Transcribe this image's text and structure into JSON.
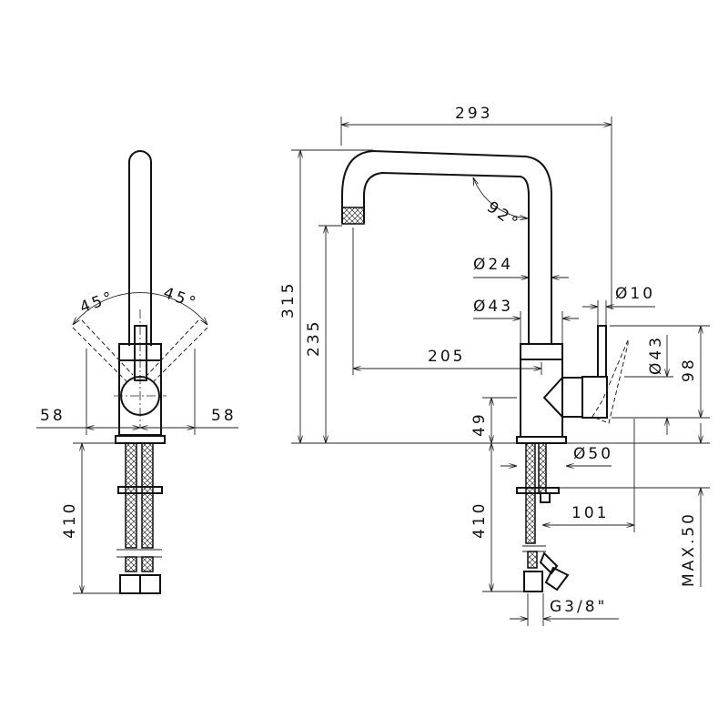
{
  "front_view": {
    "angle_left": "45°",
    "angle_right": "45°",
    "width_left": "58",
    "width_right": "58",
    "hose_length": "410"
  },
  "side_view": {
    "reach": "293",
    "total_height": "315",
    "spout_height": "235",
    "spout_reach": "205",
    "spout_angle": "92°",
    "spout_diameter": "Ø24",
    "body_diameter": "Ø43",
    "lever_diameter": "Ø10",
    "cartridge_diameter": "Ø43",
    "lever_height": "98",
    "base_height": "49",
    "base_diameter": "Ø50",
    "lever_offset": "101",
    "hose_length": "410",
    "max_deck_thickness": "MAX.50",
    "connection_thread": "G3/8\""
  }
}
